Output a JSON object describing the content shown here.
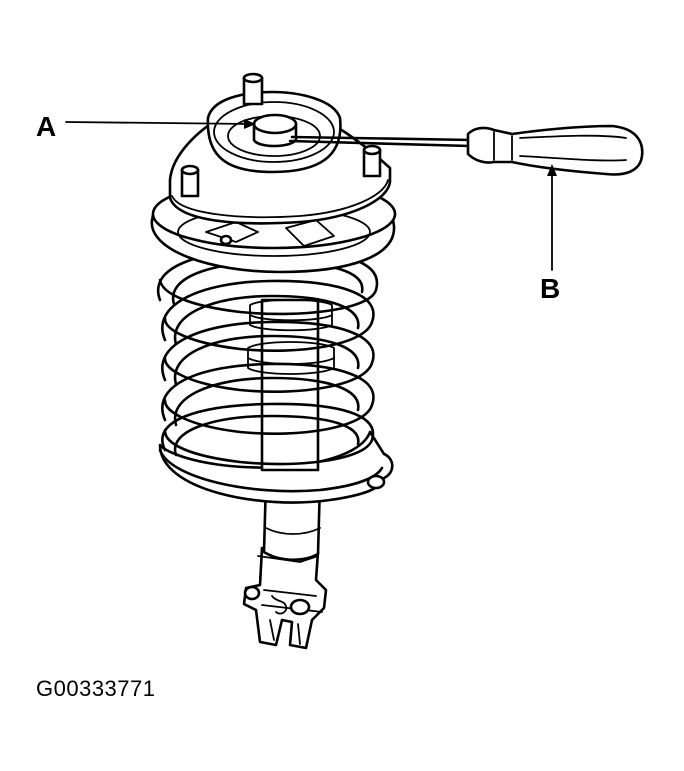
{
  "labels": {
    "a": "A",
    "b": "B"
  },
  "figure_id": "G00333771"
}
